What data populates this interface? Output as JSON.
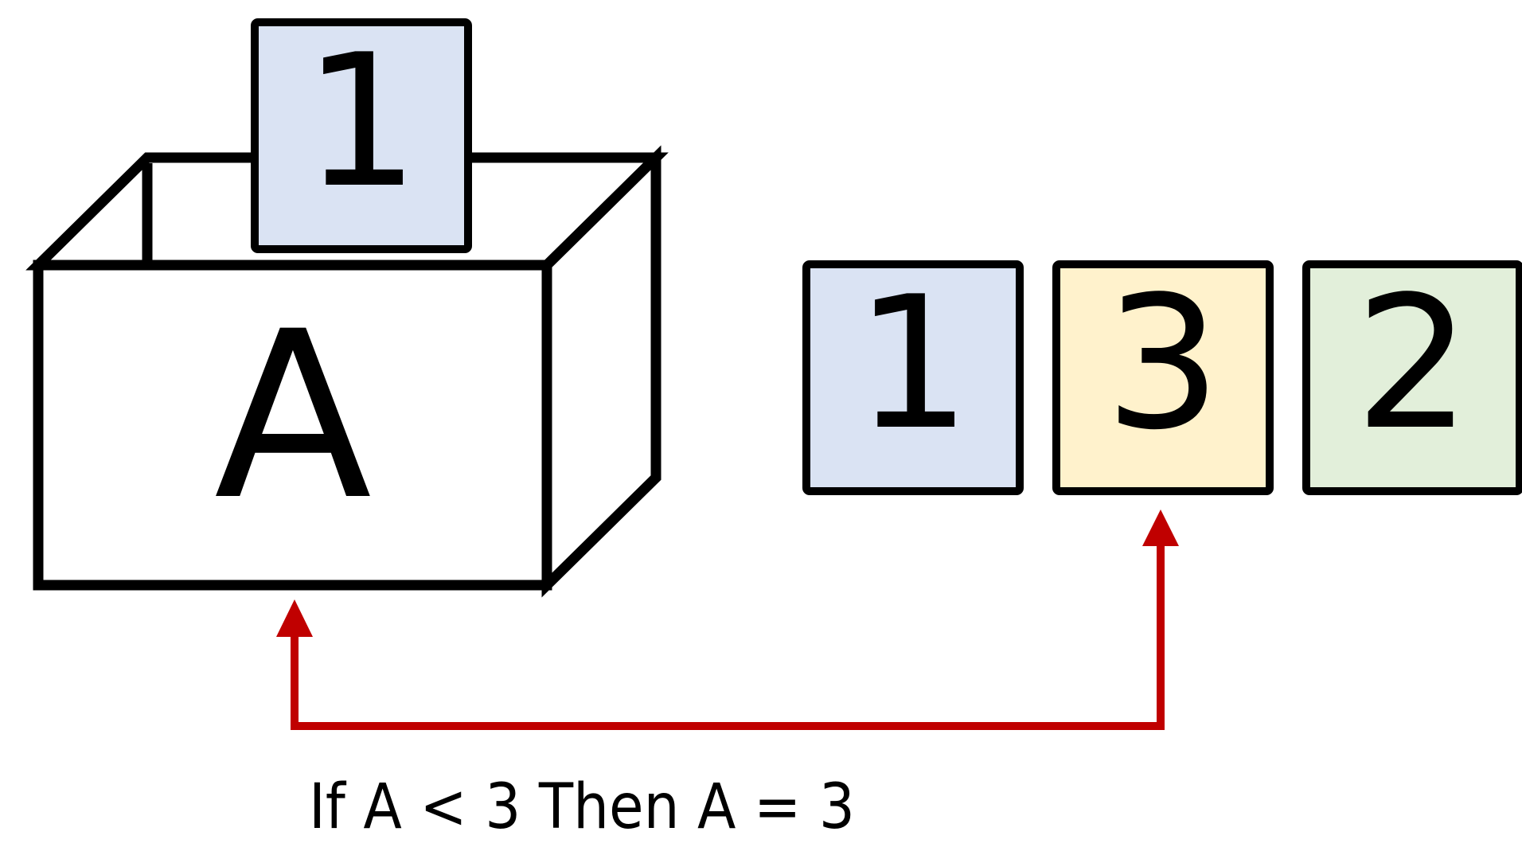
{
  "box": {
    "label": "A",
    "inserted_card": {
      "value": "1",
      "fill": "#DAE3F3"
    }
  },
  "cards": [
    {
      "value": "1",
      "fill": "#DAE3F3"
    },
    {
      "value": "3",
      "fill": "#FFF2CC"
    },
    {
      "value": "2",
      "fill": "#E2EFDA"
    }
  ],
  "arrow": {
    "color": "#C00000"
  },
  "caption": "If A < 3 Then A = 3",
  "colors": {
    "stroke": "#000000",
    "box_fill": "#FFFFFF"
  }
}
